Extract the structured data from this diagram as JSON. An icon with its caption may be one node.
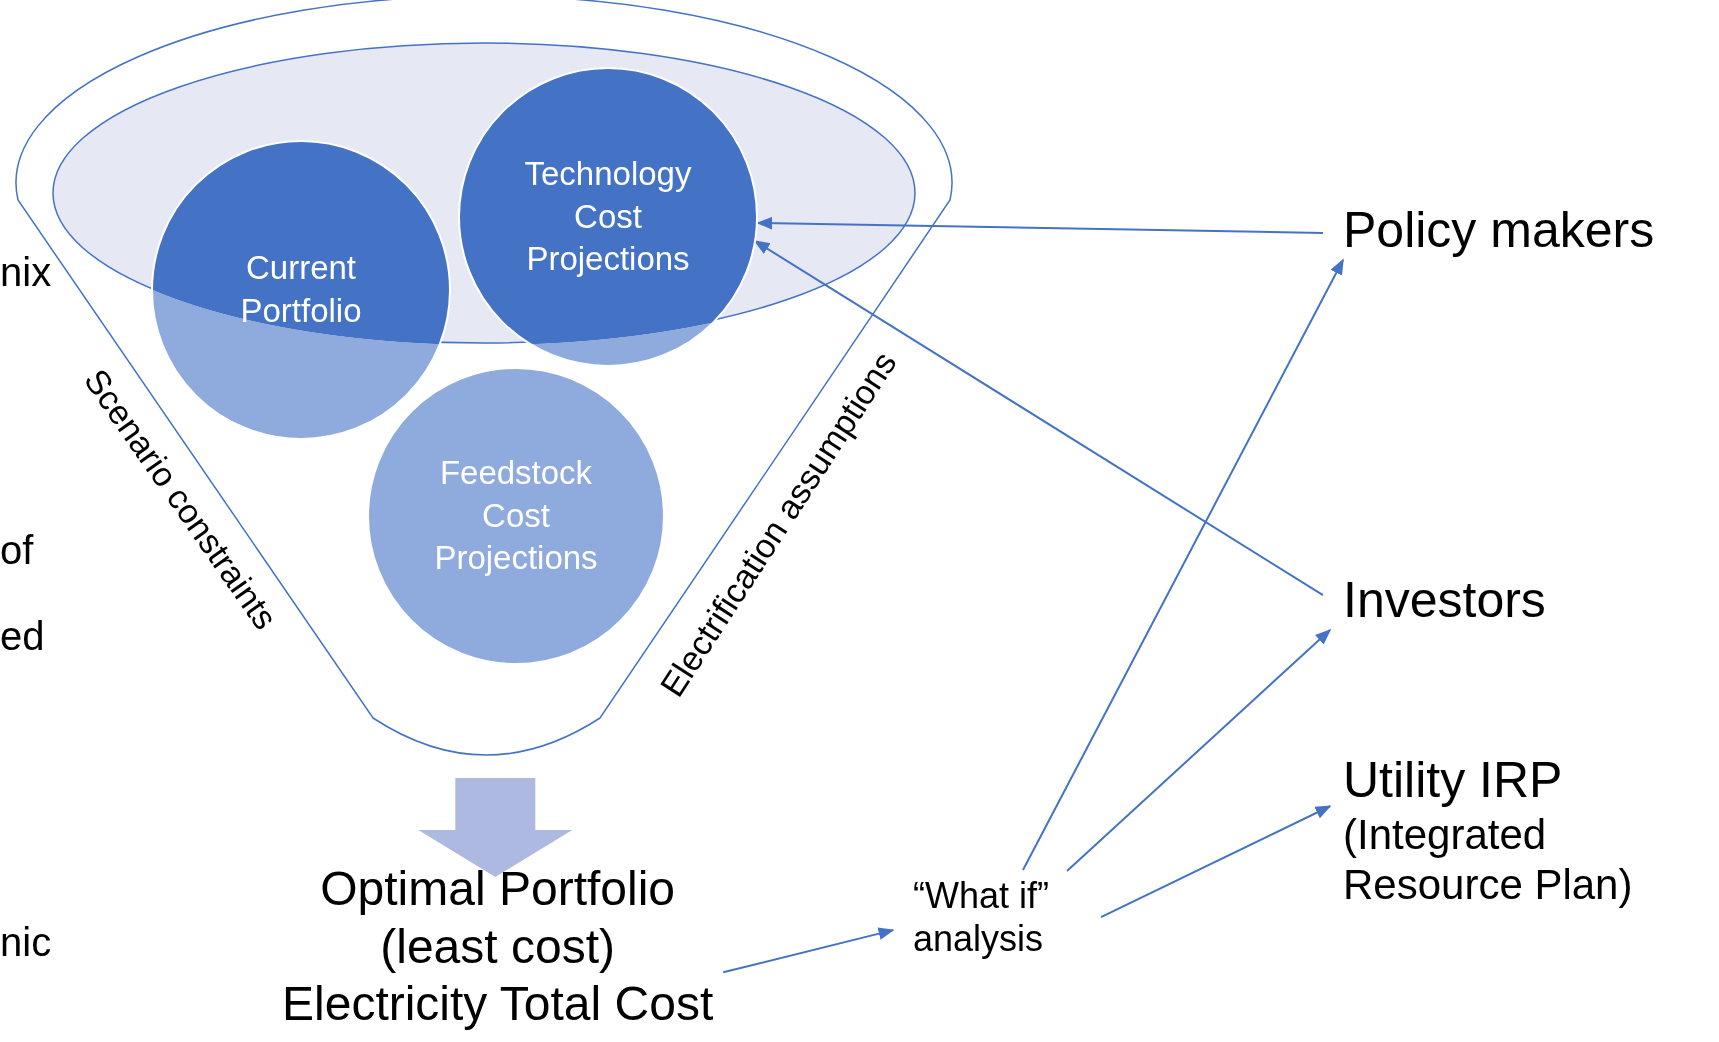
{
  "diagram": {
    "nodes": [
      {
        "text": [],
        "shape": "funnel",
        "beside": [
          "Scenario constraints",
          "Electrification assumptions"
        ]
      },
      {
        "text": [
          "Current Portfolio"
        ],
        "in": 0
      },
      {
        "text": [
          "Technology Cost Projections"
        ],
        "in": 0
      },
      {
        "text": [
          "Feedstock Cost Projections"
        ],
        "in": 0
      },
      {
        "text": [
          "Optimal Portfolio (least cost)",
          "Electricity Total Cost"
        ]
      },
      {
        "text": [
          "“What if” analysis"
        ]
      },
      {
        "text": [
          "Policy makers"
        ]
      },
      {
        "text": [
          "Investors"
        ]
      },
      {
        "text": [
          "Utility IRP",
          "(Integrated Resource Plan)"
        ]
      }
    ],
    "edges": [
      {
        "from": 0,
        "to": 4,
        "arrow": "to",
        "style": "thick",
        "color": "#adb9e0"
      },
      {
        "from": 6,
        "to": 2,
        "arrow": "to"
      },
      {
        "from": 7,
        "to": 2,
        "arrow": "to"
      },
      {
        "from": 4,
        "to": 5,
        "arrow": "to"
      },
      {
        "from": 5,
        "to": 6,
        "arrow": "to"
      },
      {
        "from": 5,
        "to": 7,
        "arrow": "to"
      },
      {
        "from": 5,
        "to": 8,
        "arrow": "to"
      }
    ],
    "labels": [
      "nix",
      "of",
      "ed",
      "nic"
    ]
  }
}
